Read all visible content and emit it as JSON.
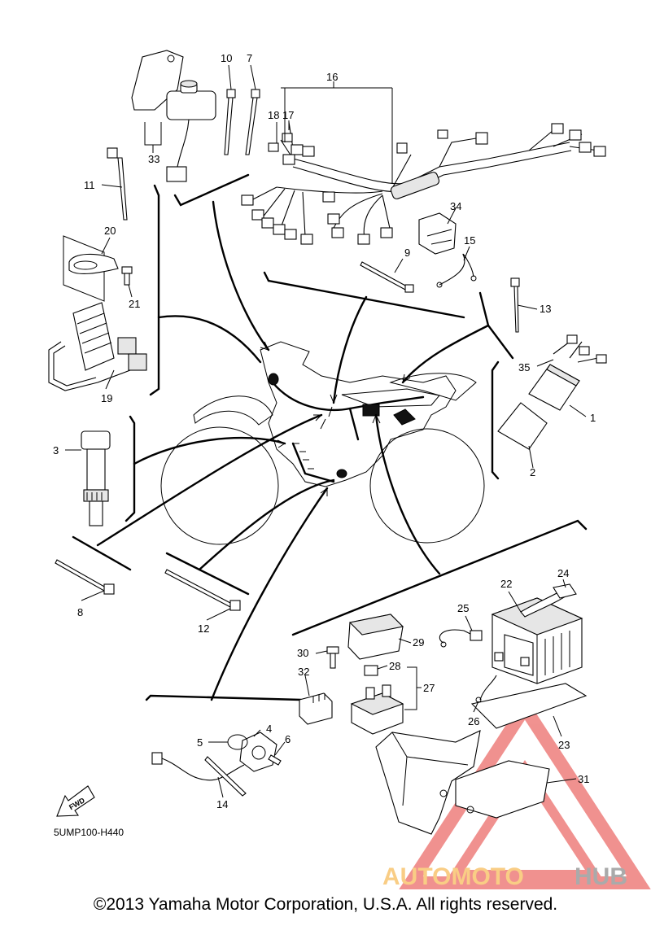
{
  "diagram": {
    "code": "5UMP100-H440",
    "fwd_label": "FWD",
    "copyright": "©2013 Yamaha Motor Corporation, U.S.A. All rights reserved.",
    "watermark": {
      "brand_a": "AUTOMOTO",
      "brand_b": "HUB",
      "color_a": "#f5a623",
      "color_b": "#666666",
      "triangle_color": "#e53935"
    },
    "callouts": [
      {
        "id": "c1",
        "text": "1"
      },
      {
        "id": "c2",
        "text": "2"
      },
      {
        "id": "c3",
        "text": "3"
      },
      {
        "id": "c4",
        "text": "4"
      },
      {
        "id": "c5",
        "text": "5"
      },
      {
        "id": "c6",
        "text": "6"
      },
      {
        "id": "c7",
        "text": "7"
      },
      {
        "id": "c8",
        "text": "8"
      },
      {
        "id": "c9",
        "text": "9"
      },
      {
        "id": "c10",
        "text": "10"
      },
      {
        "id": "c11",
        "text": "11"
      },
      {
        "id": "c12",
        "text": "12"
      },
      {
        "id": "c13",
        "text": "13"
      },
      {
        "id": "c14",
        "text": "14"
      },
      {
        "id": "c15",
        "text": "15"
      },
      {
        "id": "c16",
        "text": "16"
      },
      {
        "id": "c17",
        "text": "17"
      },
      {
        "id": "c18",
        "text": "18"
      },
      {
        "id": "c19",
        "text": "19"
      },
      {
        "id": "c20",
        "text": "20"
      },
      {
        "id": "c21",
        "text": "21"
      },
      {
        "id": "c22",
        "text": "22"
      },
      {
        "id": "c23",
        "text": "23"
      },
      {
        "id": "c24",
        "text": "24"
      },
      {
        "id": "c25",
        "text": "25"
      },
      {
        "id": "c26",
        "text": "26"
      },
      {
        "id": "c27",
        "text": "27"
      },
      {
        "id": "c28",
        "text": "28"
      },
      {
        "id": "c29",
        "text": "29"
      },
      {
        "id": "c30",
        "text": "30"
      },
      {
        "id": "c31",
        "text": "31"
      },
      {
        "id": "c32",
        "text": "32"
      },
      {
        "id": "c33",
        "text": "33"
      },
      {
        "id": "c34",
        "text": "34"
      },
      {
        "id": "c35",
        "text": "35"
      }
    ]
  }
}
